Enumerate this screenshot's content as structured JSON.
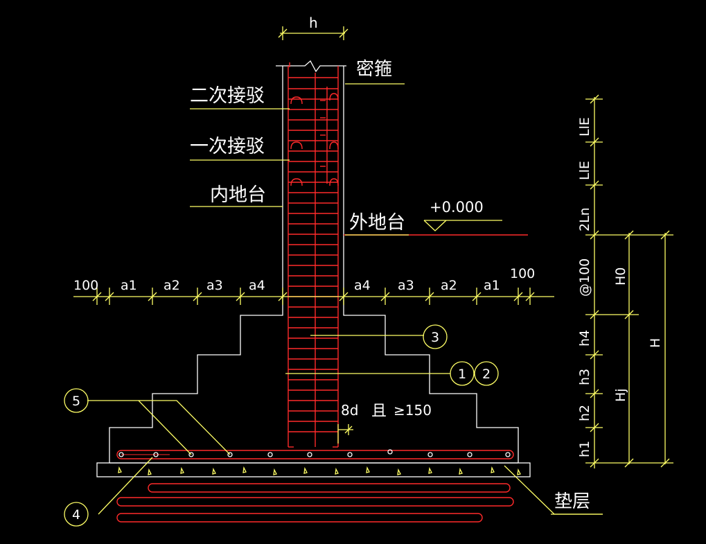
{
  "labels": {
    "width_h": "h",
    "dense_stirrup": "密箍",
    "second_splice": "二次接驳",
    "first_splice": "一次接驳",
    "inner_ground": "内地台",
    "outer_ground": "外地台",
    "elevation": "+0.000",
    "splice_note_a": "8d",
    "splice_note_b": "且",
    "splice_note_c": "≥150",
    "cushion": "垫层"
  },
  "dims_left": [
    "100",
    "a1",
    "a2",
    "a3",
    "a4"
  ],
  "dims_right": [
    "a4",
    "a3",
    "a2",
    "a1",
    "100"
  ],
  "dims_vertical": [
    "h1",
    "h2",
    "h3",
    "h4",
    "@100",
    "2Ln",
    "LlE",
    "LlE"
  ],
  "dims_right_outer": [
    "H0",
    "Hj",
    "H"
  ],
  "callouts": [
    "1",
    "2",
    "3",
    "4",
    "5"
  ],
  "colors": {
    "outline": "#ffffff",
    "rebar": "#ff2a2a",
    "dimension": "#ffff66"
  }
}
